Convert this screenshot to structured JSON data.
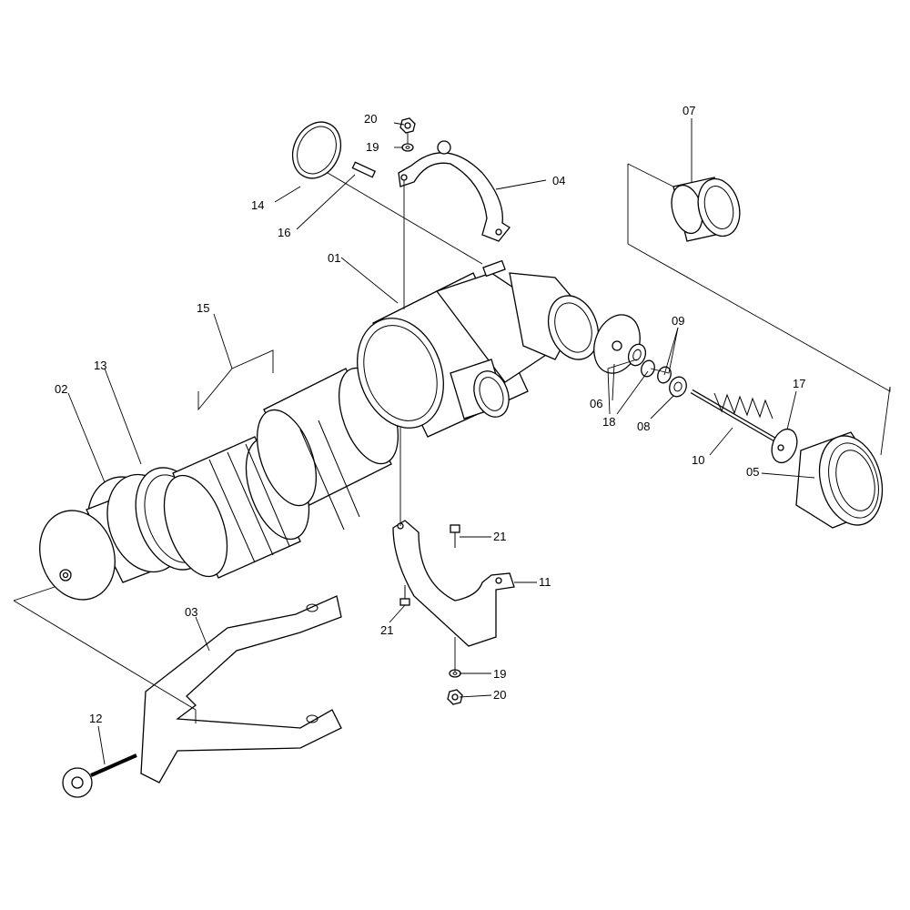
{
  "callouts": {
    "c01": "01",
    "c02": "02",
    "c03": "03",
    "c04": "04",
    "c05": "05",
    "c06": "06",
    "c07": "07",
    "c08": "08",
    "c09": "09",
    "c10": "10",
    "c11": "11",
    "c12": "12",
    "c13": "13",
    "c14": "14",
    "c15": "15",
    "c16": "16",
    "c17": "17",
    "c18": "18",
    "c19a": "19",
    "c19b": "19",
    "c20a": "20",
    "c20b": "20",
    "c21a": "21",
    "c21b": "21"
  }
}
